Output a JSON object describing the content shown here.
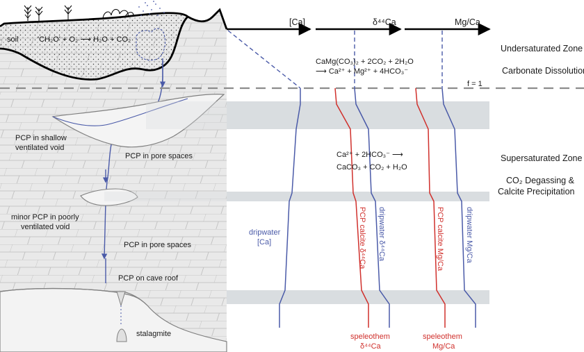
{
  "colors": {
    "blue": "#4a5aa8",
    "red": "#d0302c",
    "band": "#d9dde0",
    "rock": "#e8e8e8",
    "brick": "#b4b4b4"
  },
  "axes": {
    "ca": "[Ca]",
    "d44ca": "δ⁴⁴Ca",
    "mgca": "Mg/Ca"
  },
  "surface": {
    "soil": "soil",
    "soil_reaction": "'CH₂O' + O₂ ⟶ H₂O + CO₂"
  },
  "zones": {
    "undersaturated": "Undersaturated Zone",
    "dissolution": "Carbonate Dissolution",
    "f_label": "f = 1",
    "supersaturated": "Supersaturated Zone",
    "degassing_1": "CO₂ Degassing &",
    "degassing_2": "Calcite Precipitation"
  },
  "equations": {
    "dissolution_1": "CaMg(CO₃)₂ + 2CO₂ + 2H₂O",
    "dissolution_2": "⟶ Ca²⁺ + Mg²⁺ + 4HCO₃⁻",
    "precip_1": "Ca²⁺ + 2HCO₃⁻  ⟶",
    "precip_2": "CaCO₃ + CO₂ + H₂O"
  },
  "cave_labels": {
    "shallow_1": "PCP in shallow",
    "shallow_2": "ventilated void",
    "pore_1": "PCP in pore spaces",
    "minor_1": "minor PCP in poorly",
    "minor_2": "ventilated void",
    "pore_2": "PCP in pore spaces",
    "roof": "PCP on cave roof",
    "stalagmite": "stalagmite"
  },
  "curve_labels": {
    "dripwater_ca_1": "dripwater",
    "dripwater_ca_2": "[Ca]",
    "pcp_d44ca": "PCP calcite δ⁴⁴Ca",
    "drip_d44ca": "dripwater δ⁴⁴Ca",
    "pcp_mgca": "PCP calcite Mg/Ca",
    "drip_mgca": "dripwater Mg/Ca",
    "speleo_d44_1": "speleothem",
    "speleo_d44_2": "δ⁴⁴Ca",
    "speleo_mg_1": "speleothem",
    "speleo_mg_2": "Mg/Ca"
  }
}
